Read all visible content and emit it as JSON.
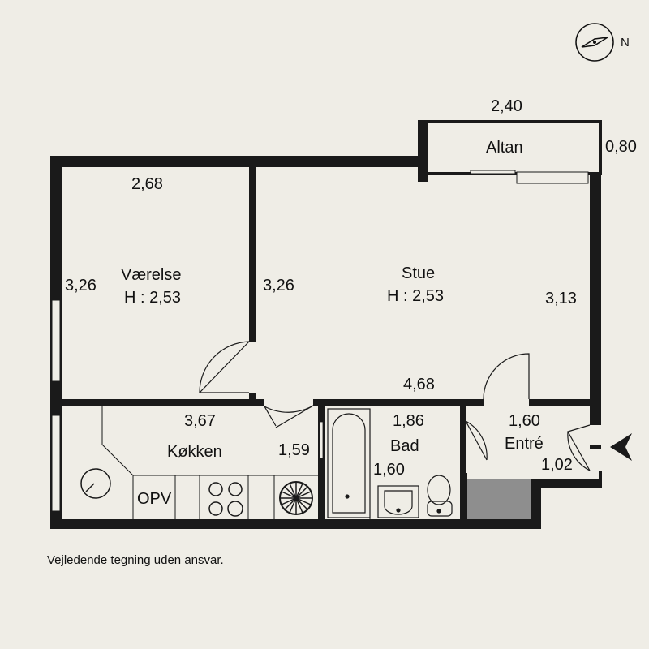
{
  "compass": {
    "north_label": "N"
  },
  "rooms": {
    "altan": {
      "name": "Altan",
      "width": "2,40",
      "depth": "0,80"
    },
    "vaerelse": {
      "name": "Værelse",
      "height": "H : 2,53",
      "width": "2,68",
      "length": "3,26"
    },
    "stue": {
      "name": "Stue",
      "height": "H : 2,53",
      "length_left": "3,26",
      "length_right": "3,13",
      "width": "4,68"
    },
    "kokken": {
      "name": "Køkken",
      "width": "3,67",
      "depth": "1,59",
      "appliance": "OPV"
    },
    "bad": {
      "name": "Bad",
      "width": "1,86",
      "depth": "1,60"
    },
    "entre": {
      "name": "Entré",
      "width": "1,60",
      "depth": "1,02"
    }
  },
  "disclaimer": "Vejledende tegning uden ansvar."
}
